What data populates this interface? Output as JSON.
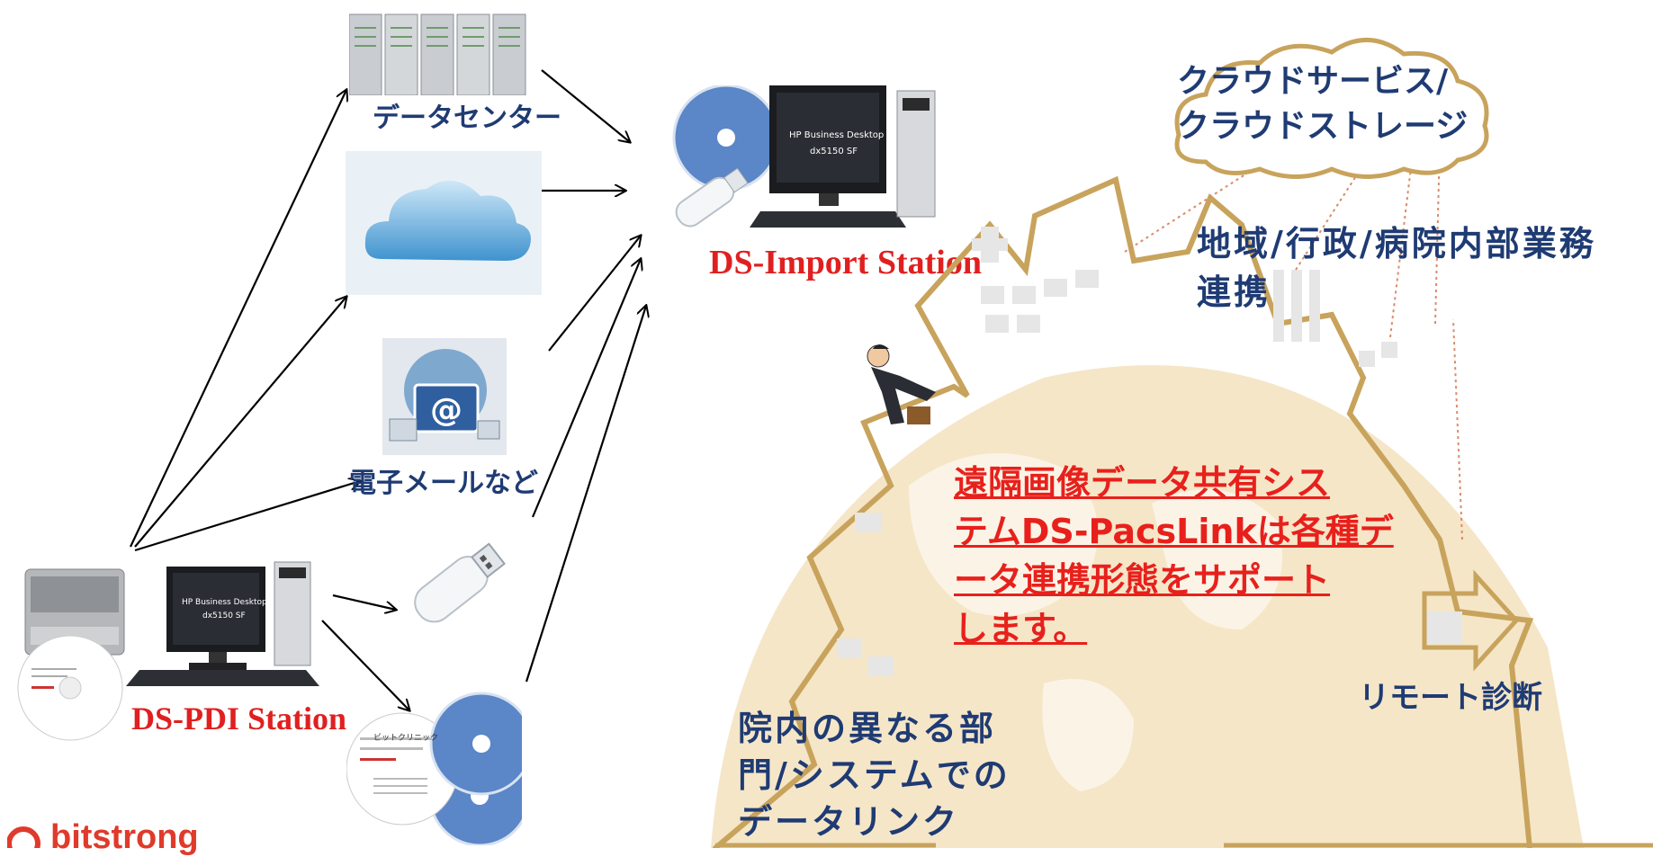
{
  "labels": {
    "data_center": "データセンター",
    "email": "電子メールなど",
    "import_station": "DS-Import Station",
    "pdi_station": "DS-PDI Station",
    "cloud_service_line1": "クラウドサービス/",
    "cloud_service_line2": "クラウドストレージ",
    "region_line1": "地域/行政/病院内部業務",
    "region_line2": "連携",
    "remote": "リモート診断",
    "inhouse_line1": "院内の異なる部",
    "inhouse_line2": "門/システムでの",
    "inhouse_line3": "データリンク"
  },
  "headline": {
    "line1": "遠隔画像データ共有シス",
    "line2": "テムDS-PacsLinkは各種デ",
    "line3": "ータ連携形態をサポート",
    "line4": "します。"
  },
  "monitor": {
    "line1": "HP Business Desktop",
    "line2": "dx5150 SF"
  },
  "disc": {
    "clinic": "ビットクリニック"
  },
  "logo": {
    "text": "bitstrong"
  },
  "colors": {
    "label_blue": "#1f3b73",
    "station_red": "#e02020",
    "rope": "#c8a35c",
    "globe": "#f5e6c8"
  }
}
